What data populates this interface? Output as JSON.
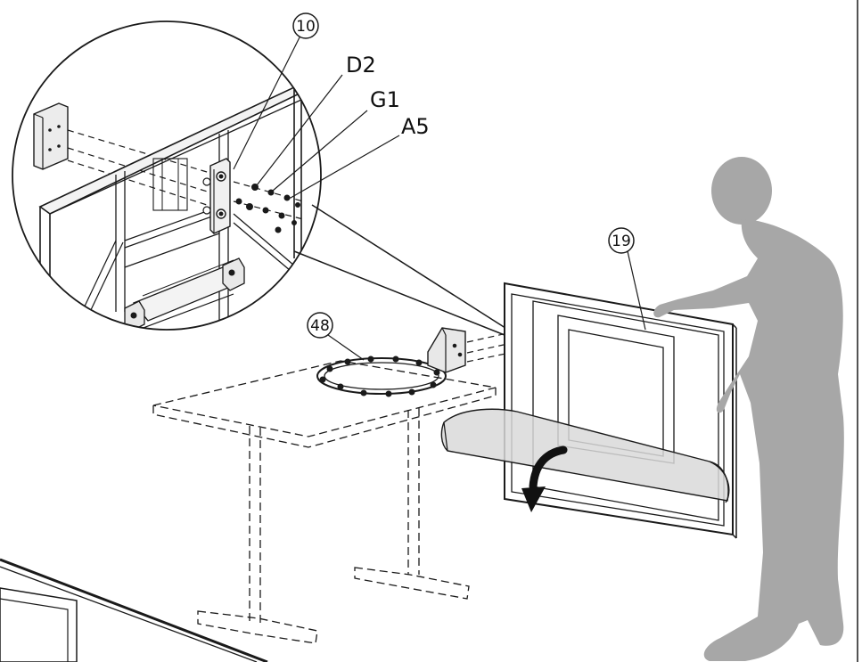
{
  "labels": {
    "part_10": "10",
    "part_d2": "D2",
    "part_g1": "G1",
    "part_a5": "A5",
    "part_19": "19",
    "part_48": "48"
  },
  "colors": {
    "line": "#1a1a1a",
    "silhouette": "#a7a7a7",
    "cover": "#d9d9d9",
    "background": "#ffffff"
  }
}
